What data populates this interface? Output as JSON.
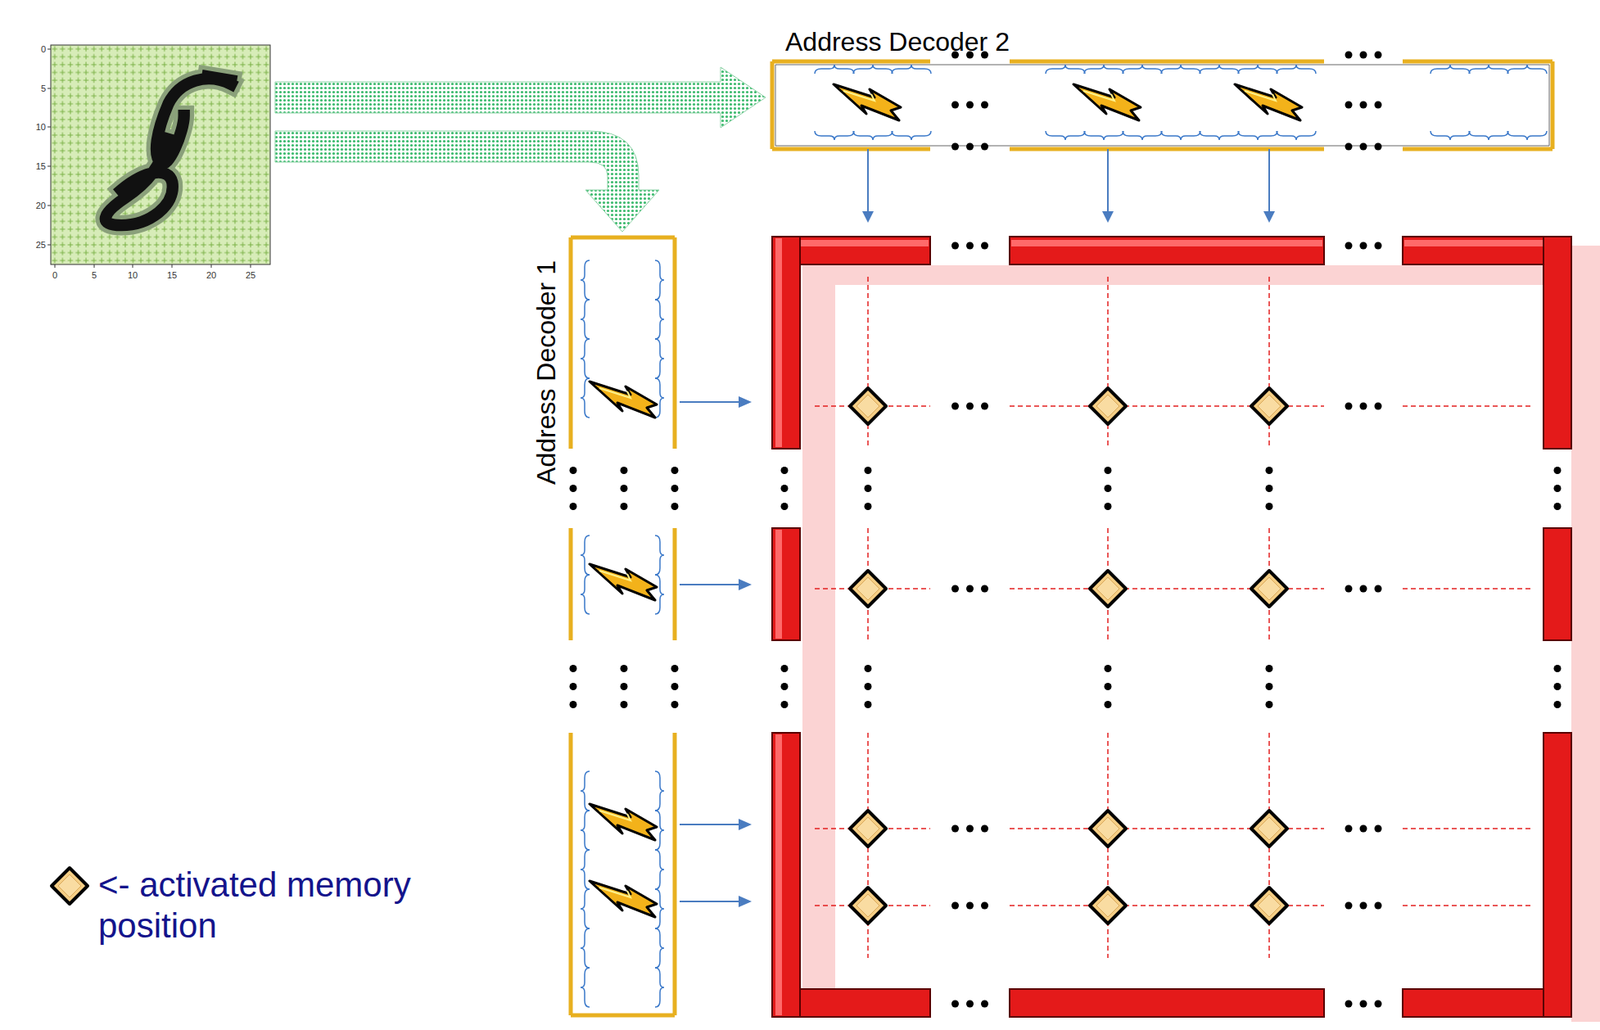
{
  "diagram": {
    "nodes": [
      {
        "text": [
          "Address Decoder 2"
        ]
      },
      {
        "text": [
          "Address Decoder 1"
        ]
      }
    ],
    "labels": [
      "0",
      "5",
      "10",
      "15",
      "20",
      "25",
      "0",
      "5",
      "10",
      "15",
      "20",
      "25"
    ],
    "legend": [
      {
        "text": "<- activated memory position"
      }
    ]
  }
}
